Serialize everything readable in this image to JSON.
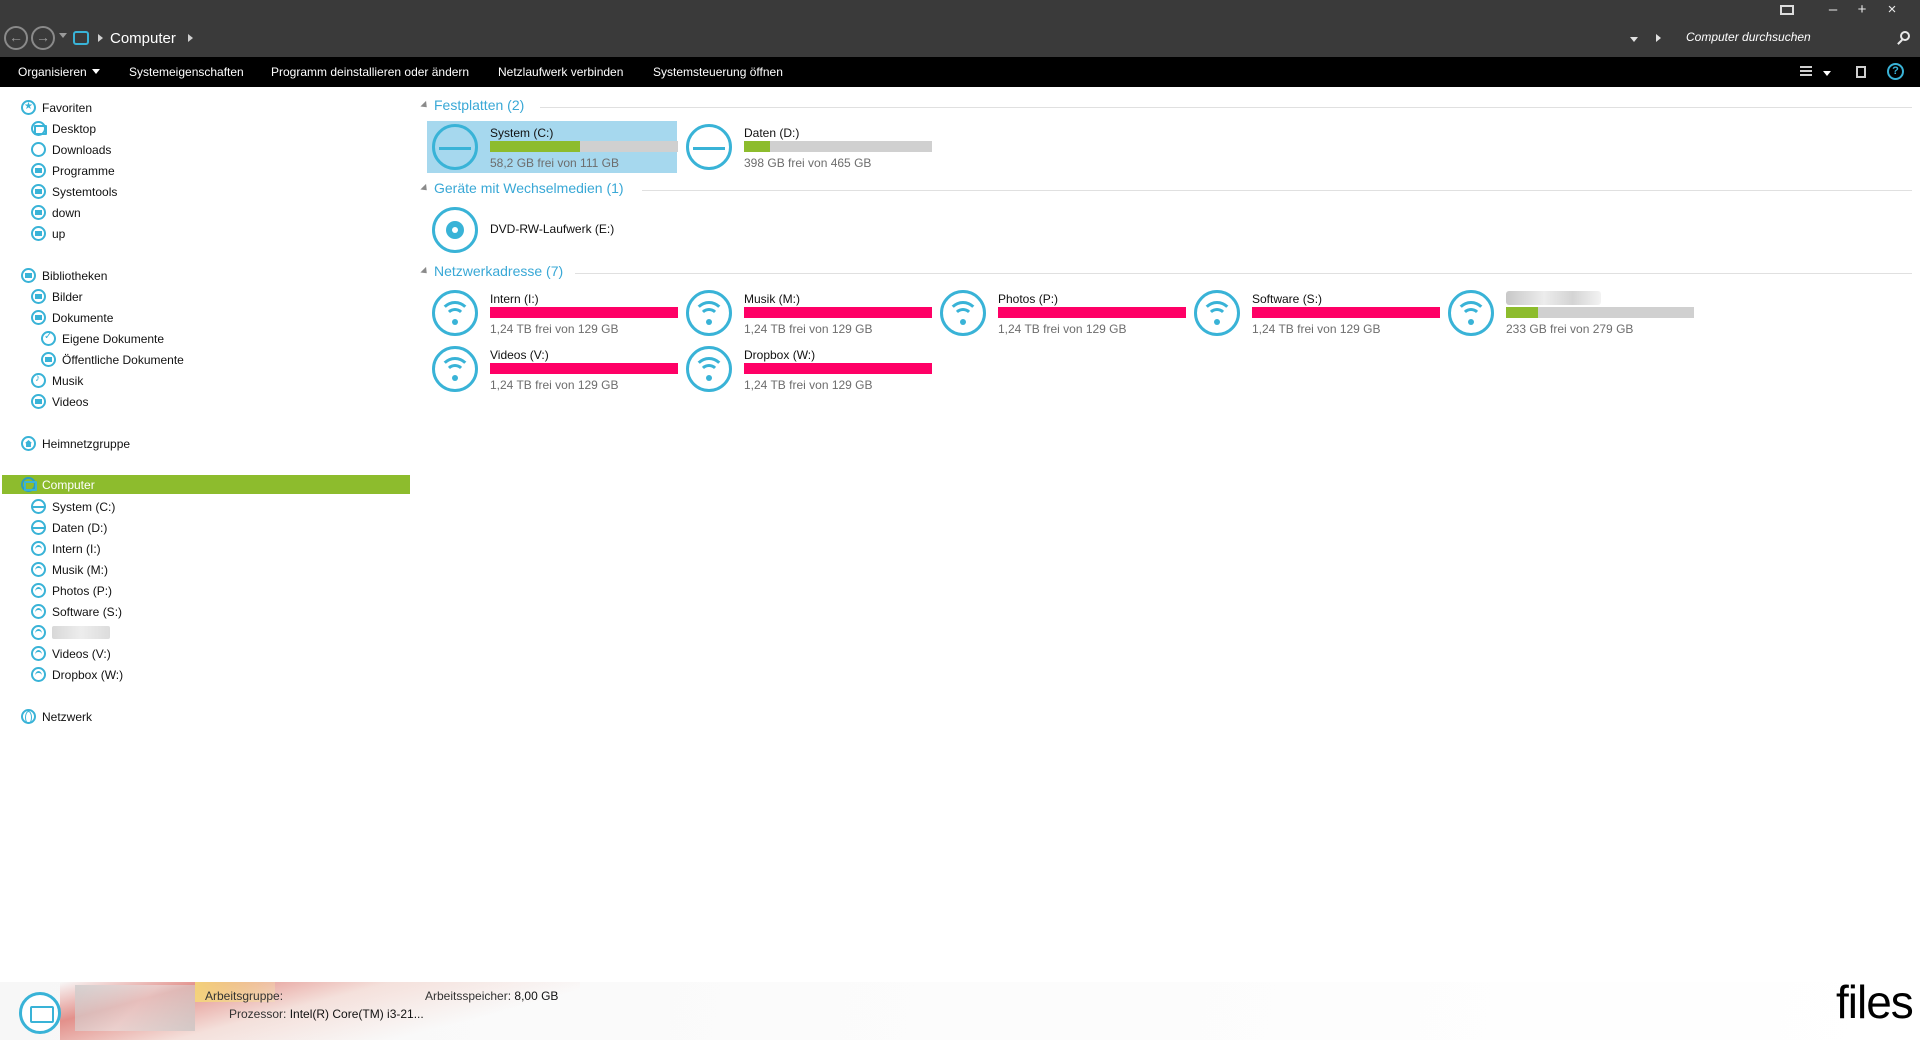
{
  "titlebar": {
    "back": "←",
    "forward": "→",
    "location": "Computer",
    "search_placeholder": "Computer durchsuchen",
    "minimize": "–",
    "maximize": "+",
    "close": "×"
  },
  "commands": {
    "organize": "Organisieren",
    "properties": "Systemeigenschaften",
    "uninstall": "Programm deinstallieren oder ändern",
    "map_drive": "Netzlaufwerk verbinden",
    "control_panel": "Systemsteuerung öffnen",
    "help": "?"
  },
  "sidebar": {
    "favorites": {
      "label": "Favoriten",
      "items": [
        "Desktop",
        "Downloads",
        "Programme",
        "Systemtools",
        "down",
        "up"
      ]
    },
    "libraries": {
      "label": "Bibliotheken",
      "items": {
        "pictures": "Bilder",
        "documents": "Dokumente",
        "my_documents": "Eigene Dokumente",
        "public_documents": "Öffentliche Dokumente",
        "music": "Musik",
        "videos": "Videos"
      }
    },
    "homegroup": "Heimnetzgruppe",
    "computer": {
      "label": "Computer",
      "items": [
        "System (C:)",
        "Daten (D:)",
        "Intern (I:)",
        "Musik (M:)",
        "Photos (P:)",
        "Software (S:)",
        "",
        "Videos (V:)",
        "Dropbox (W:)"
      ]
    },
    "network": "Netzwerk"
  },
  "groups": {
    "hard_disks": {
      "title": "Festplatten (2)"
    },
    "removable": {
      "title": "Geräte mit Wechselmedien (1)"
    },
    "network": {
      "title": "Netzwerkadresse (7)"
    }
  },
  "drives": {
    "c": {
      "name": "System (C:)",
      "free": "58,2 GB frei von 111 GB",
      "used_fraction": 0.48,
      "color": "#8dbc2d"
    },
    "d": {
      "name": "Daten (D:)",
      "free": "398 GB frei von 465 GB",
      "used_fraction": 0.14,
      "color": "#8dbc2d"
    },
    "e": {
      "name": "DVD-RW-Laufwerk (E:)"
    },
    "i": {
      "name": "Intern (I:)",
      "free": "1,24 TB frei von 129 GB",
      "used_fraction": 1.0,
      "color": "#ff0066"
    },
    "m": {
      "name": "Musik (M:)",
      "free": "1,24 TB frei von 129 GB",
      "used_fraction": 1.0,
      "color": "#ff0066"
    },
    "p": {
      "name": "Photos (P:)",
      "free": "1,24 TB frei von 129 GB",
      "used_fraction": 1.0,
      "color": "#ff0066"
    },
    "s": {
      "name": "Software (S:)",
      "free": "1,24 TB frei von 129 GB",
      "used_fraction": 1.0,
      "color": "#ff0066"
    },
    "hidden": {
      "name": "",
      "free": "233 GB frei von 279 GB",
      "used_fraction": 0.17,
      "color": "#8dbc2d"
    },
    "v": {
      "name": "Videos (V:)",
      "free": "1,24 TB frei von 129 GB",
      "used_fraction": 1.0,
      "color": "#ff0066"
    },
    "w": {
      "name": "Dropbox (W:)",
      "free": "1,24 TB frei von 129 GB",
      "used_fraction": 1.0,
      "color": "#ff0066"
    }
  },
  "details": {
    "workgroup_label": "Arbeitsgruppe:",
    "workgroup_value": "",
    "memory_label": "Arbeitsspeicher:",
    "memory_value": "8,00 GB",
    "processor_label": "Prozessor:",
    "processor_value": "Intel(R) Core(TM) i3-21..."
  },
  "watermark": "files",
  "colors": {
    "accent": "#39b3d7",
    "selection_green": "#8dbc2d",
    "network_bar": "#ff0066",
    "selected_tile": "#a6d8ee"
  }
}
